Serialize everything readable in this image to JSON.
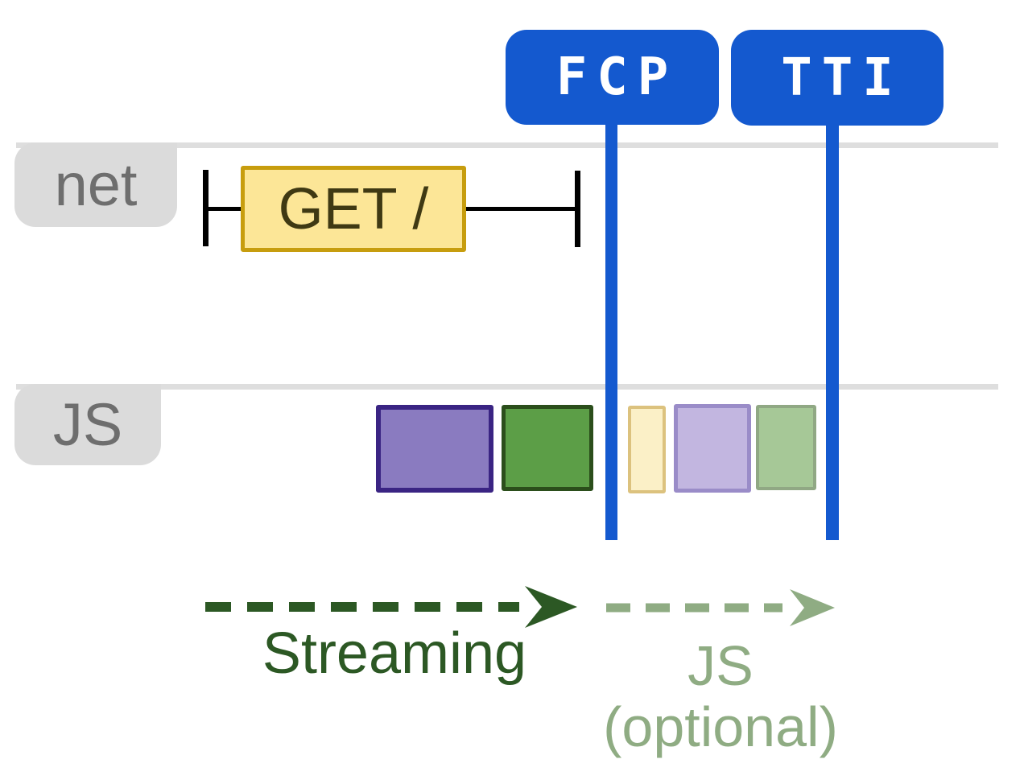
{
  "markers": [
    {
      "label": "FCP",
      "color": "#1459cf"
    },
    {
      "label": "TTI",
      "color": "#1459cf"
    }
  ],
  "lanes": [
    {
      "label": "net"
    },
    {
      "label": "JS"
    }
  ],
  "network_request": {
    "label": "GET /",
    "fill": "#fce697",
    "border": "#c79d0e"
  },
  "js_tasks": [
    {
      "name": "task-purple",
      "state": "solid",
      "fill": "#8a7bc0",
      "border": "#3a2483"
    },
    {
      "name": "task-green",
      "state": "solid",
      "fill": "#5c9e47",
      "border": "#2b4e1b"
    },
    {
      "name": "task-yellow-faded",
      "state": "faded",
      "fill": "#fbf0c7",
      "border": "#dcc27e"
    },
    {
      "name": "task-purple-faded",
      "state": "faded",
      "fill": "#c2b6e0",
      "border": "#9a8cc8"
    },
    {
      "name": "task-green-faded",
      "state": "faded",
      "fill": "#a6c897",
      "border": "#90a884"
    }
  ],
  "phases": [
    {
      "label": "Streaming",
      "color": "#2c5824"
    },
    {
      "label": "JS",
      "sublabel": "(optional)",
      "color": "#8fac83"
    }
  ],
  "colors": {
    "marker_blue": "#1459cf",
    "lane_line": "#dedede",
    "tab_bg": "#dbdbdb",
    "tab_text": "#6e6e6e",
    "request_ibeam": "#000000",
    "request_text": "#3f3913",
    "background": "#ffffff"
  }
}
